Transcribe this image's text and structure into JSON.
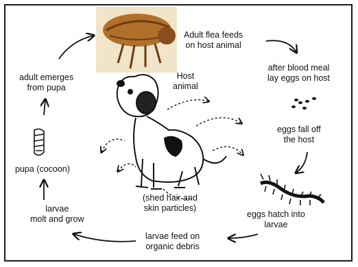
{
  "labels": {
    "adult_feeds": "Adult flea feeds\non host animal",
    "host": "Host\nanimal",
    "blood_meal": "after blood meal\nlay eggs on host",
    "eggs_fall": "eggs fall off\nthe host",
    "eggs_hatch": "eggs hatch into\nlarvae",
    "larvae_feed": "larvae feed on\norganic debris",
    "shed": "(shed hair and\nskin particles)",
    "molt": "larvae\nmolt and grow",
    "pupa": "pupa (cocoon)",
    "adult_emerges": "adult emerges\nfrom pupa"
  },
  "icons": [
    "flea-illustration",
    "dog-illustration",
    "eggs-icon",
    "larva-icon",
    "cocoon-icon"
  ],
  "colors": {
    "ink": "#111111",
    "flea": "#b0702a",
    "flea_dark": "#6b3a12",
    "flea_bg": "#f1e4c8"
  }
}
